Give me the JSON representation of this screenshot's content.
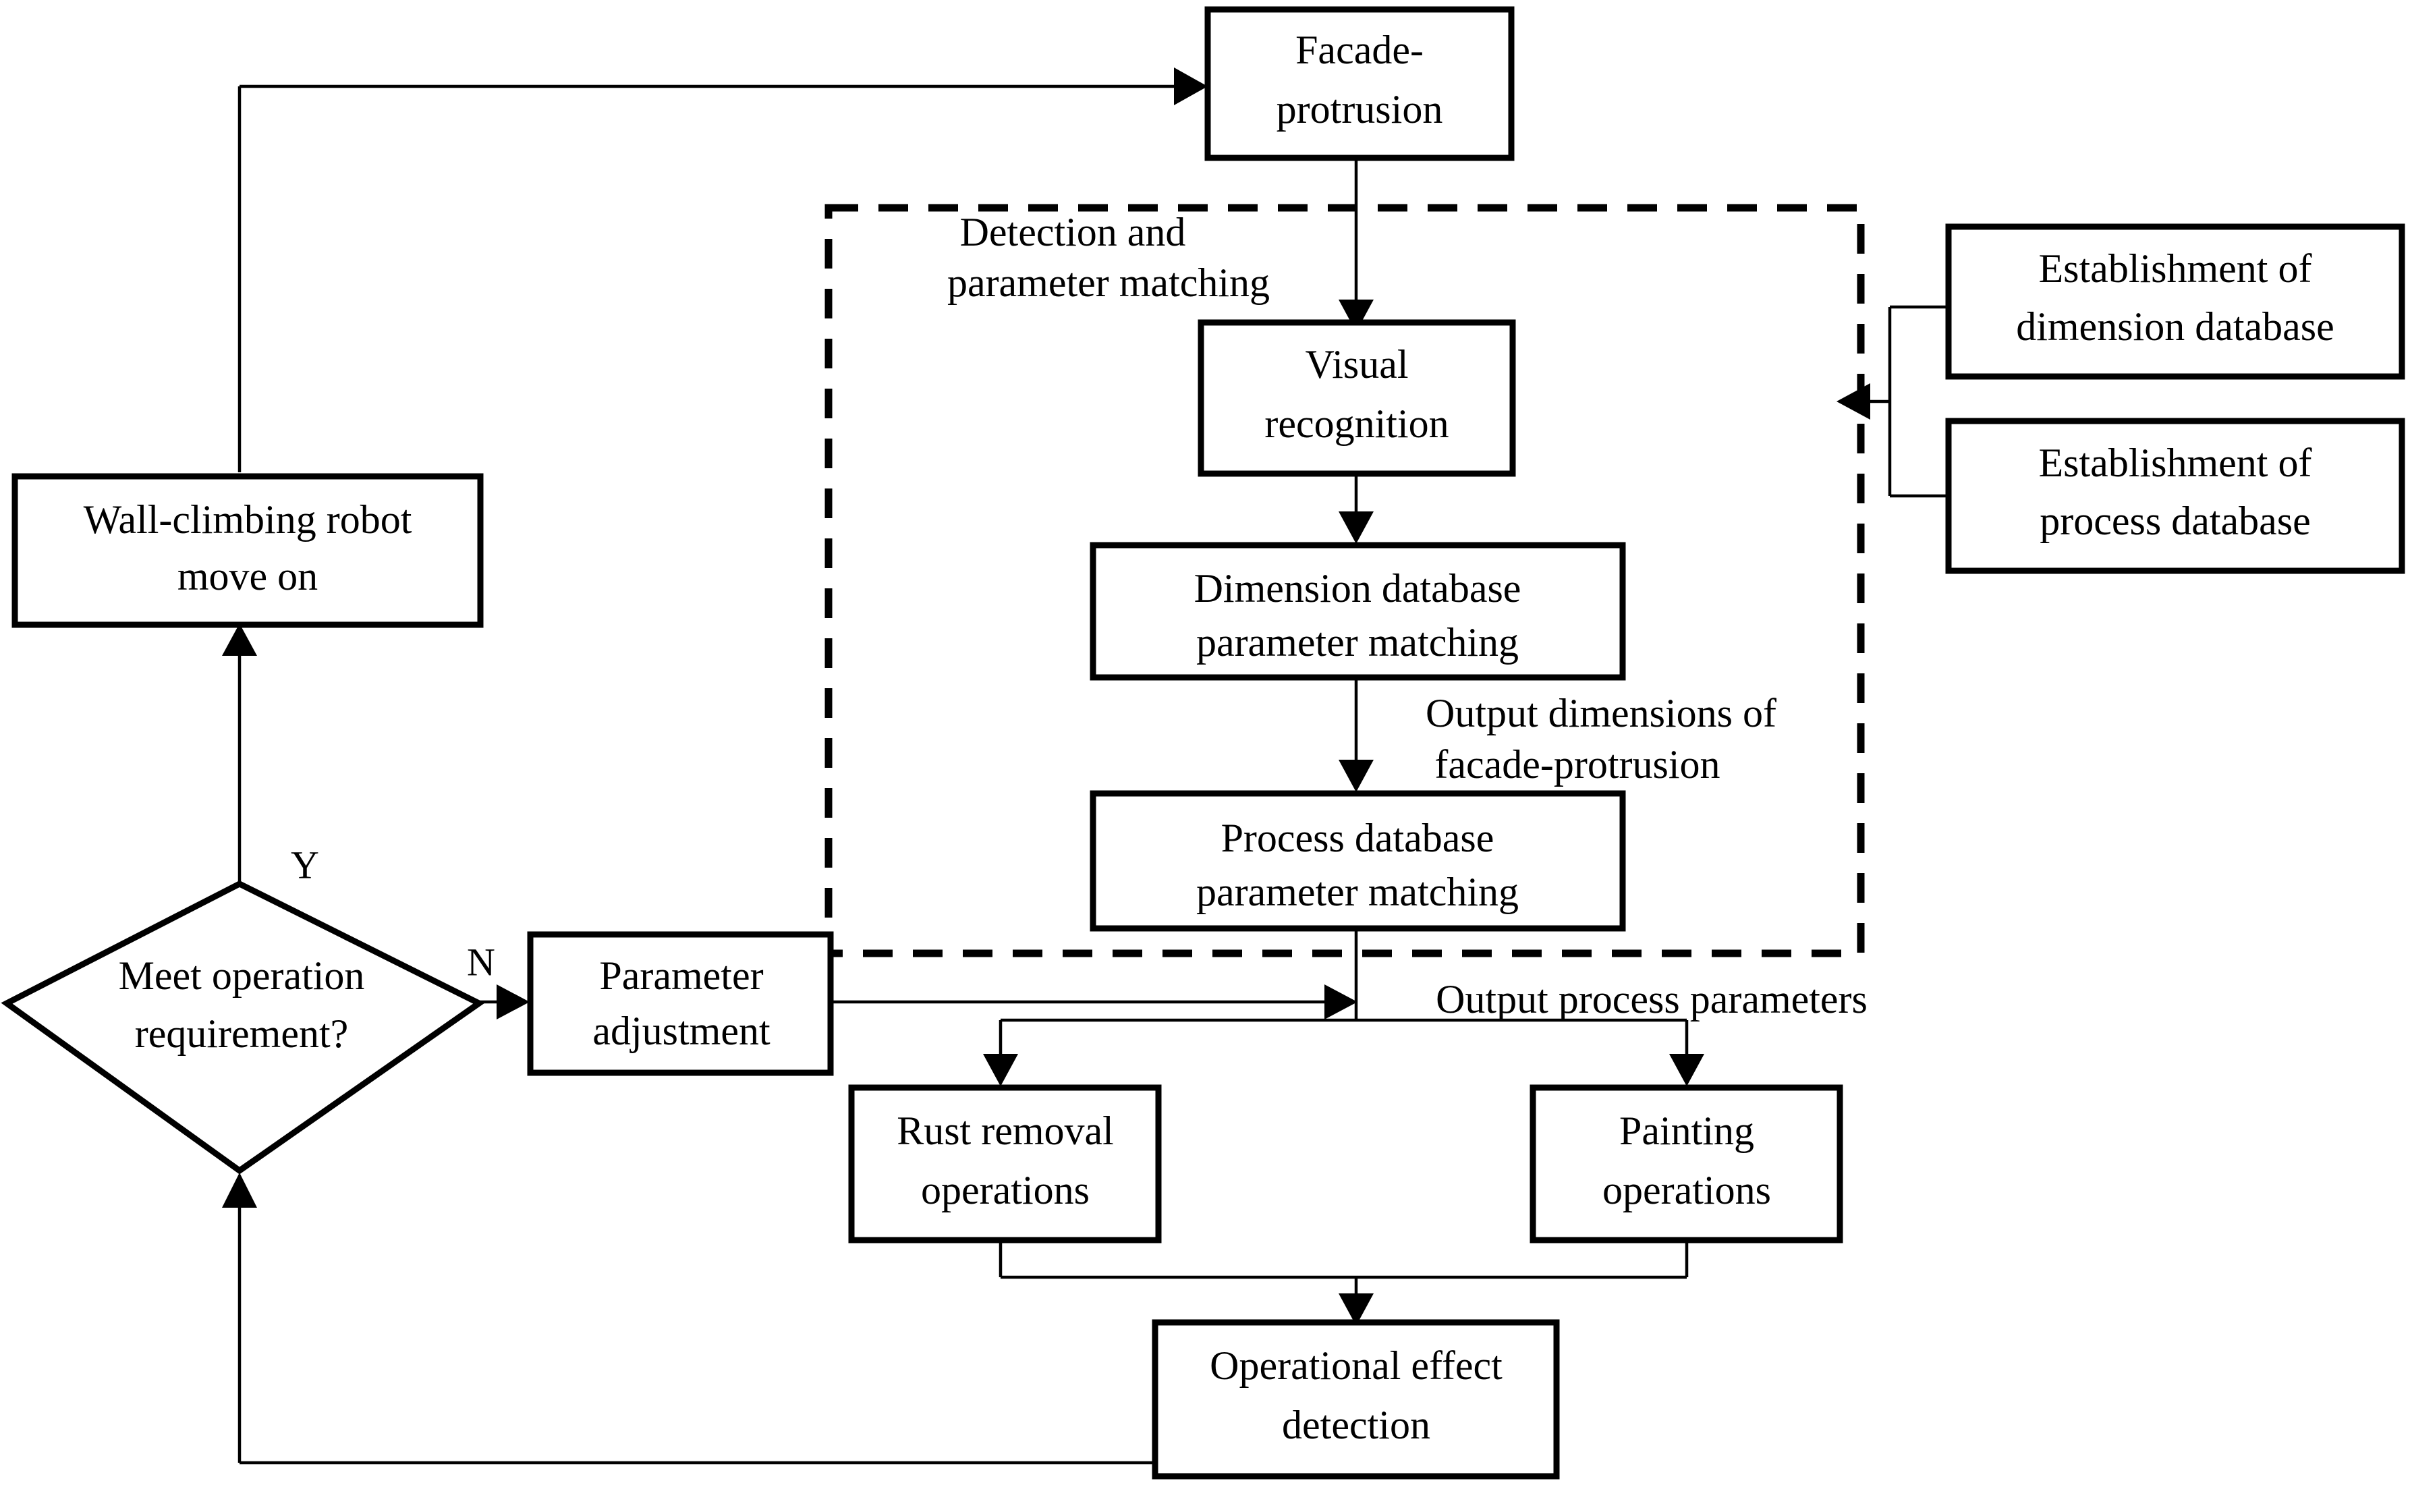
{
  "diagram": {
    "type": "flowchart",
    "title_visible": false,
    "background_color": "#ffffff",
    "line_color": "#000000",
    "nodes": {
      "facade_protrusion": {
        "line1": "Facade-",
        "line2": "protrusion"
      },
      "visual_recognition": {
        "line1": "Visual",
        "line2": "recognition"
      },
      "dimension_db_match": {
        "line1": "Dimension database",
        "line2": "parameter matching"
      },
      "process_db_match": {
        "line1": "Process database",
        "line2": "parameter matching"
      },
      "establish_dimension_db": {
        "line1": "Establishment of",
        "line2": "dimension database"
      },
      "establish_process_db": {
        "line1": "Establishment of",
        "line2": "process database"
      },
      "wall_climbing_robot": {
        "line1": "Wall-climbing robot",
        "line2": "move on"
      },
      "meet_operation_requirement": {
        "line1": "Meet operation",
        "line2": "requirement?"
      },
      "parameter_adjustment": {
        "line1": "Parameter",
        "line2": "adjustment"
      },
      "rust_removal": {
        "line1": "Rust removal",
        "line2": "operations"
      },
      "painting": {
        "line1": "Painting",
        "line2": "operations"
      },
      "operational_effect_detection": {
        "line1": "Operational effect",
        "line2": "detection"
      }
    },
    "groups": {
      "detection_and_matching": {
        "line1": "Detection and",
        "line2": "parameter matching"
      }
    },
    "edge_labels": {
      "output_dimensions": {
        "line1": "Output dimensions of",
        "line2": "facade-protrusion"
      },
      "output_process_parameters": {
        "text": "Output process parameters"
      },
      "decision_yes": {
        "text": "Y"
      },
      "decision_no": {
        "text": "N"
      }
    }
  }
}
